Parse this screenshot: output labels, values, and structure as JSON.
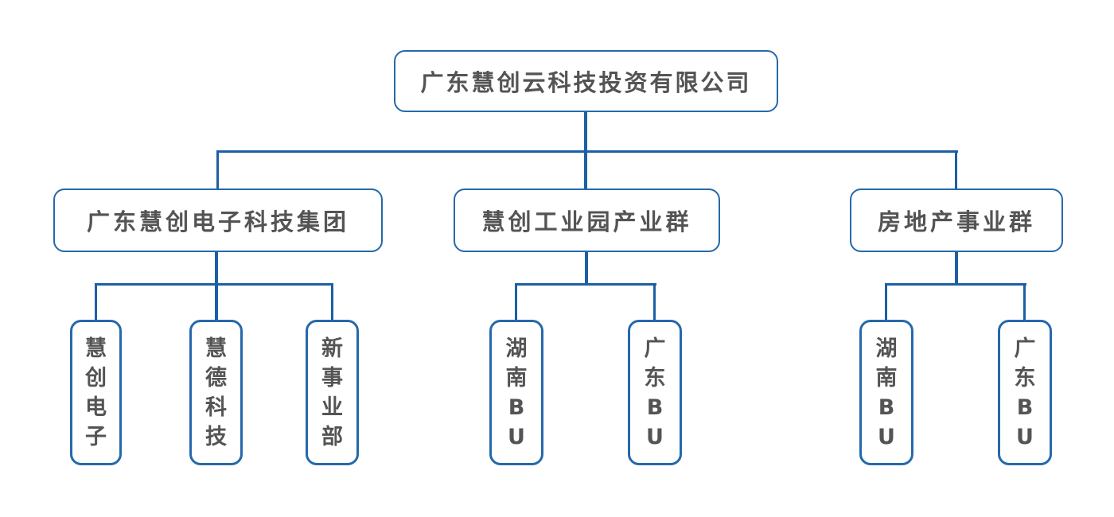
{
  "colors": {
    "line": "#1d5fa4",
    "box_border": "#2569ab",
    "text": "#545454",
    "bg": "#ffffff"
  },
  "root": {
    "label": "广东慧创云科技投资有限公司"
  },
  "groups": [
    {
      "label": "广东慧创电子科技集团",
      "children": [
        {
          "label": "慧创电子"
        },
        {
          "label": "慧德科技"
        },
        {
          "label": "新事业部"
        }
      ]
    },
    {
      "label": "慧创工业园产业群",
      "children": [
        {
          "label": "湖南BU"
        },
        {
          "label": "广东BU"
        }
      ]
    },
    {
      "label": "房地产事业群",
      "children": [
        {
          "label": "湖南BU"
        },
        {
          "label": "广东BU"
        }
      ]
    }
  ]
}
